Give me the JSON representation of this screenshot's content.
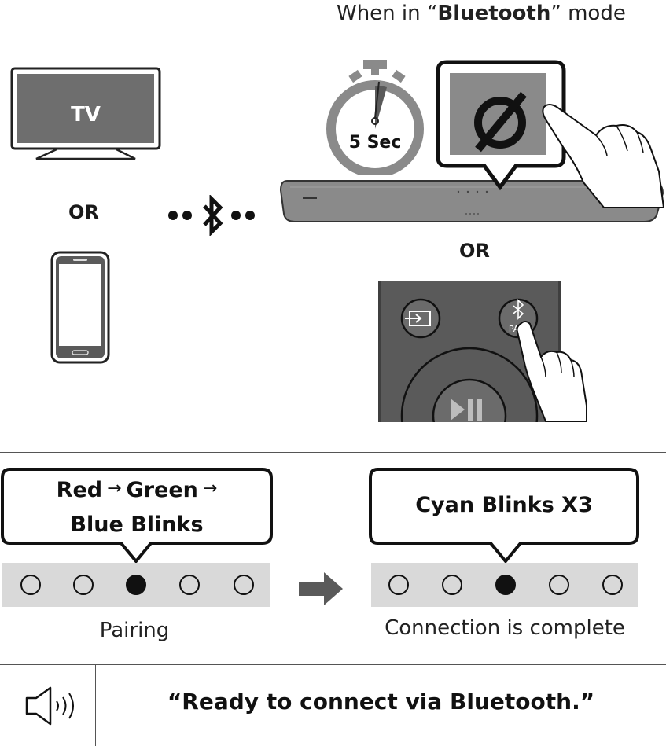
{
  "header": {
    "prefix": "When in “",
    "mode": "Bluetooth",
    "suffix": "” mode"
  },
  "devices": {
    "tv_label": "TV",
    "or_label": "OR"
  },
  "soundbar": {
    "timer_label": "5 Sec",
    "or_label": "OR"
  },
  "remote": {
    "pair_label": "PAIR"
  },
  "pairing": {
    "bubble_line1": "Red",
    "bubble_line1_mid": "Green",
    "bubble_line2": "Blue Blinks",
    "caption": "Pairing",
    "led_count": 5,
    "active_led": 3
  },
  "connected": {
    "bubble": "Cyan Blinks X3",
    "caption": "Connection is complete",
    "led_count": 5,
    "active_led": 3
  },
  "voice": {
    "message": "“Ready to connect via Bluetooth.”"
  },
  "colors": {
    "gray_dark": "#5a5a5a",
    "gray_mid": "#8a8a8a",
    "led_bar": "#d9d9d9"
  }
}
